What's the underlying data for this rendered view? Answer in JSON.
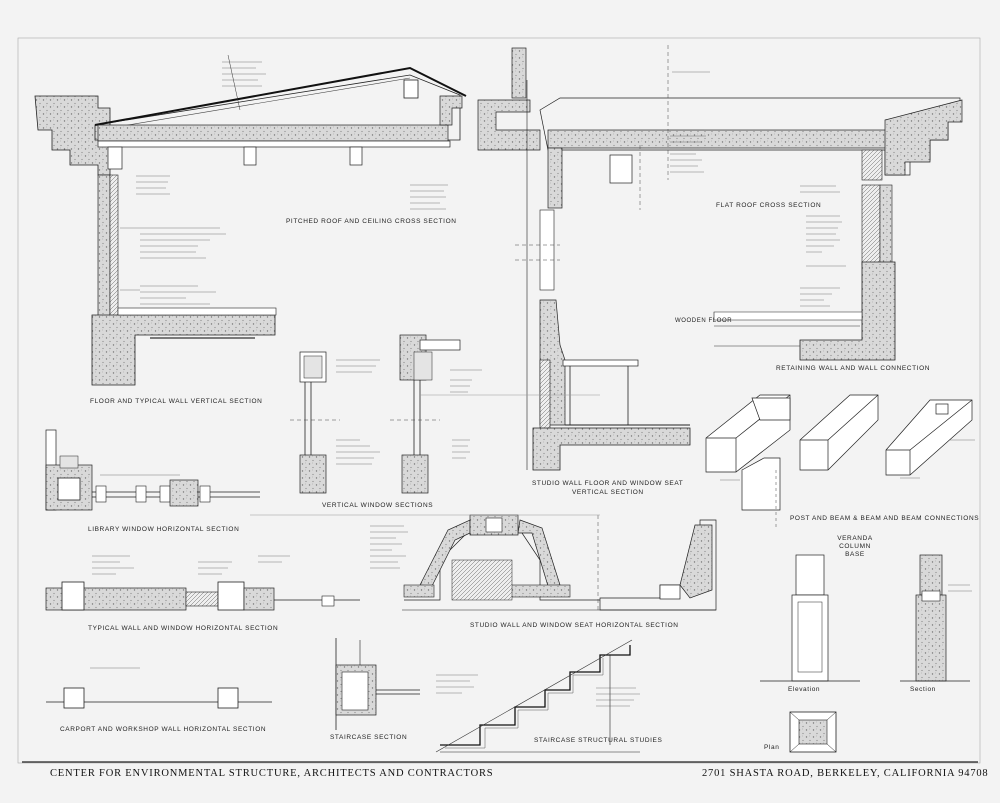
{
  "sheet": {
    "firm": "CENTER FOR ENVIRONMENTAL STRUCTURE, ARCHITECTS AND CONTRACTORS",
    "address": "2701 SHASTA ROAD, BERKELEY, CALIFORNIA 94708"
  },
  "details": {
    "pitched_roof": "PITCHED ROOF AND CEILING CROSS SECTION",
    "flat_roof": "FLAT ROOF CROSS SECTION",
    "floor_wall": "FLOOR AND TYPICAL WALL VERTICAL SECTION",
    "wooden_floor": "WOODEN FLOOR",
    "retaining_wall": "RETAINING WALL AND WALL CONNECTION",
    "library_window": "LIBRARY WINDOW HORIZONTAL SECTION",
    "vertical_window": "VERTICAL WINDOW SECTIONS",
    "studio_wall_floor": "STUDIO WALL FLOOR AND WINDOW SEAT",
    "studio_wall_floor_2": "VERTICAL SECTION",
    "post_beam": "POST AND BEAM & BEAM AND BEAM CONNECTIONS",
    "typical_wall_window": "TYPICAL WALL AND WINDOW HORIZONTAL SECTION",
    "studio_wall_horizontal": "STUDIO WALL AND WINDOW SEAT HORIZONTAL SECTION",
    "veranda": "VERANDA COLUMN BASE",
    "elevation": "Elevation",
    "section": "Section",
    "carport": "CARPORT AND WORKSHOP WALL HORIZONTAL SECTION",
    "staircase_section": "STAIRCASE SECTION",
    "staircase_structural": "STAIRCASE STRUCTURAL STUDIES",
    "plan": "Plan"
  }
}
